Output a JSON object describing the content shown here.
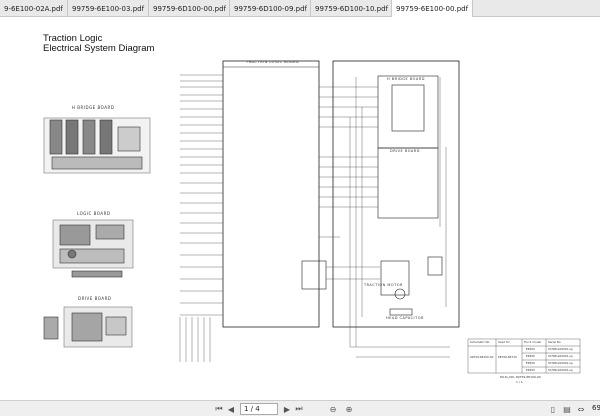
{
  "tabs": [
    {
      "label": "9-6E100-02A.pdf",
      "active": false
    },
    {
      "label": "99759-6E100-03.pdf",
      "active": false
    },
    {
      "label": "99759-6D100-00.pdf",
      "active": false
    },
    {
      "label": "99759-6D100-09.pdf",
      "active": false
    },
    {
      "label": "99759-6D100-10.pdf",
      "active": false
    },
    {
      "label": "99759-6E100-00.pdf",
      "active": true
    }
  ],
  "document": {
    "title_line1": "Traction Logic",
    "title_line2": "Electrical System Diagram",
    "captions": {
      "h_bridge": "H BRIDGE BOARD",
      "logic": "LOGIC BOARD",
      "drive": "DRIVE BOARD",
      "traction_logic_board": "TRACTION LOGIC BOARD",
      "h_bridge_board_right": "H BRIDGE BOARD",
      "drive_board_right": "DRIVE BOARD",
      "traction_motor": "TRACTION MOTOR",
      "head_capacitor": "HEAD CAPACITOR"
    },
    "info_table": {
      "headers": [
        "Schematic No.",
        "Used for",
        "Truck model",
        "Serial No."
      ],
      "col1": "99759-6E100-00",
      "col2": "6E700-6E710",
      "rows": [
        [
          "EP200",
          "ST/SBxx00001-up"
        ],
        [
          "EP200",
          "ST/SBxx00001-up"
        ],
        [
          "EP200",
          "ST/SBxx00001-up"
        ],
        [
          "EP200",
          "ST/SBxx00001-up"
        ]
      ]
    },
    "footer_label": "PLUG_NO. 99759-6E100-00",
    "page_ref": "1 / 1"
  },
  "status": {
    "page_indicator": "1 / 4",
    "zoom": "69"
  },
  "icons": {
    "first": "first-page-icon",
    "prev": "prev-page-icon",
    "next": "next-page-icon",
    "last": "last-page-icon"
  }
}
